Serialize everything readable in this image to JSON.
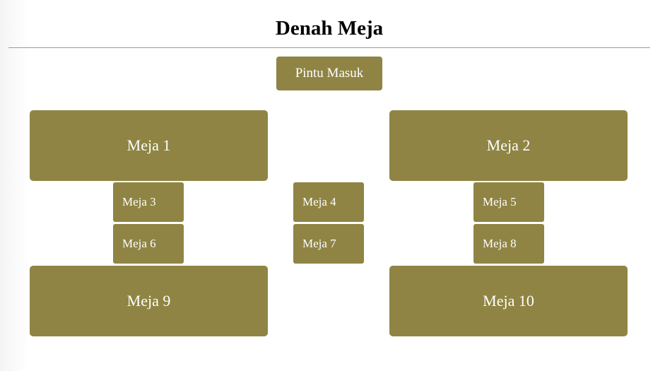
{
  "page": {
    "title": "Denah Meja"
  },
  "entrance": {
    "label": "Pintu Masuk"
  },
  "tables": [
    {
      "id": "meja-1",
      "label": "Meja 1"
    },
    {
      "id": "meja-2",
      "label": "Meja 2"
    },
    {
      "id": "meja-3",
      "label": "Meja 3"
    },
    {
      "id": "meja-4",
      "label": "Meja 4"
    },
    {
      "id": "meja-5",
      "label": "Meja 5"
    },
    {
      "id": "meja-6",
      "label": "Meja 6"
    },
    {
      "id": "meja-7",
      "label": "Meja 7"
    },
    {
      "id": "meja-8",
      "label": "Meja 8"
    },
    {
      "id": "meja-9",
      "label": "Meja 9"
    },
    {
      "id": "meja-10",
      "label": "Meja 10"
    }
  ],
  "colors": {
    "table": "#8f8443",
    "table_text": "#ffffff",
    "divider": "#9a9a9a"
  }
}
